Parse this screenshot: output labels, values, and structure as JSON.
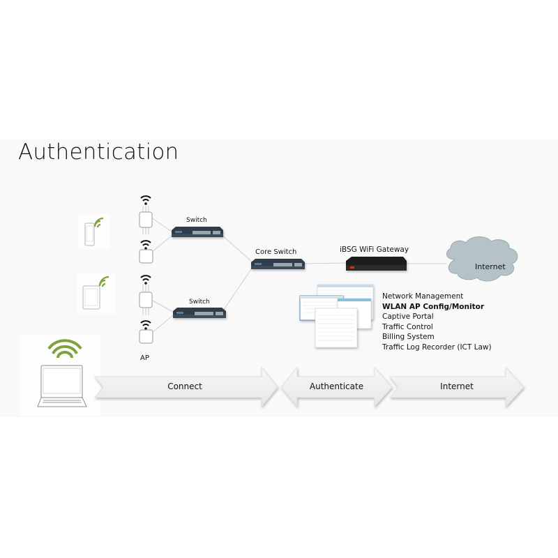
{
  "slide": {
    "title": "Authentication"
  },
  "devices": {
    "switch_top_label": "Switch",
    "switch_bottom_label": "Switch",
    "core_switch_label": "Core Switch",
    "gateway_label": "iBSG WiFi Gateway",
    "cloud_label": "Internet",
    "ap_label": "AP"
  },
  "features": [
    {
      "label": "Network Management",
      "bold": false
    },
    {
      "label": "WLAN AP Config/Monitor",
      "bold": true
    },
    {
      "label": "Captive Portal",
      "bold": false
    },
    {
      "label": "Traffic Control",
      "bold": false
    },
    {
      "label": "Billing System",
      "bold": false
    },
    {
      "label": "Traffic Log Recorder (ICT Law)",
      "bold": false
    }
  ],
  "flow_arrows": {
    "connect": "Connect",
    "authenticate": "Authenticate",
    "internet": "Internet"
  },
  "colors": {
    "wifi_green": "#7ea33a",
    "cloud_fill": "#b5c3c9",
    "switch_body": "#2f3d4a",
    "gateway_body": "#1e1e1e",
    "arrow_fill": "#eeeeee"
  }
}
